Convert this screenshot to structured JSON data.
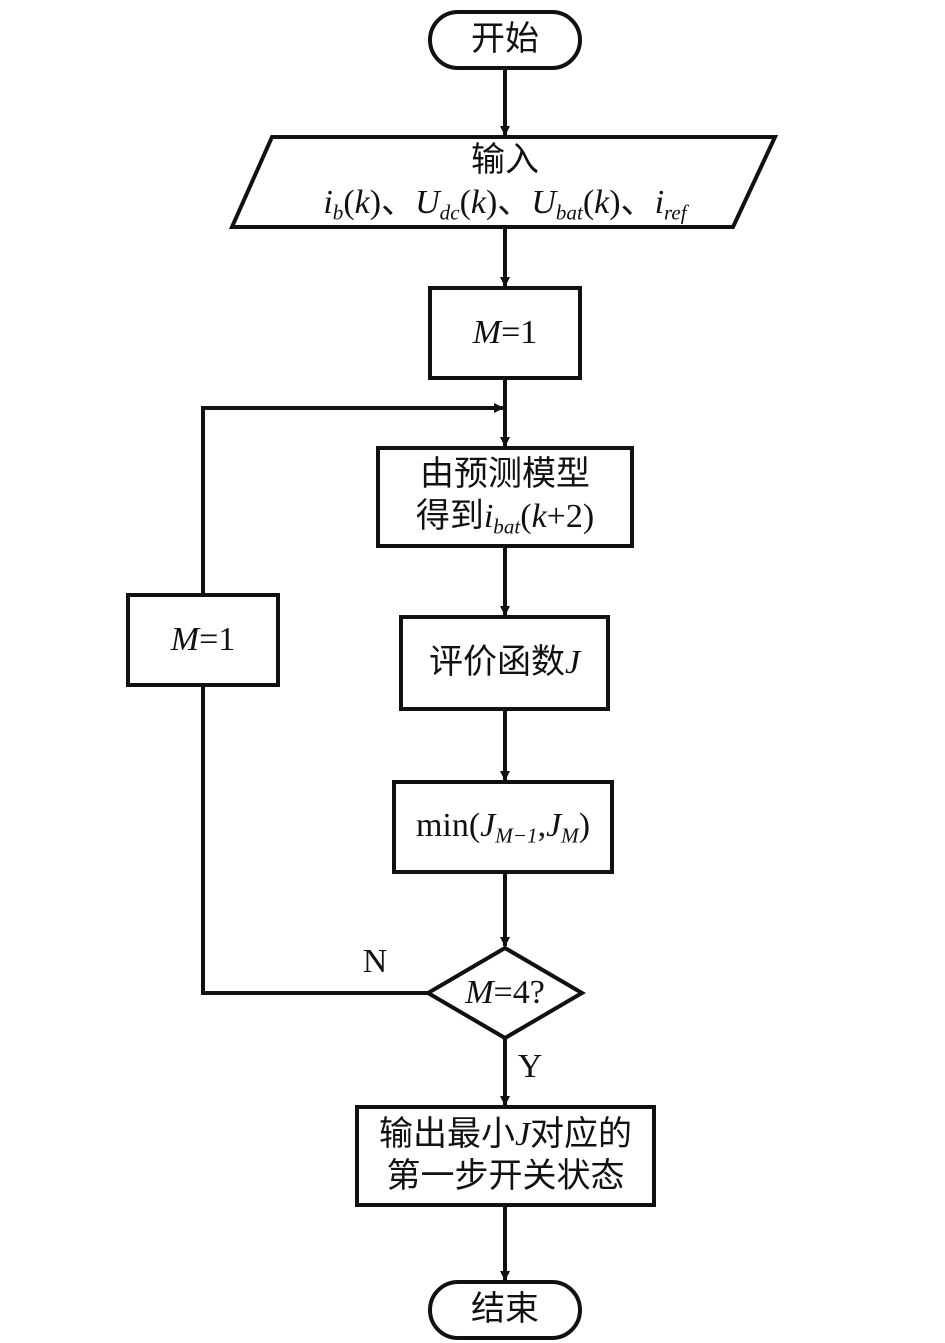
{
  "nodes": {
    "start": "开始",
    "input_title": "输入",
    "input_vars": [
      "i_b(k)",
      "U_dc(k)",
      "U_bat(k)",
      "i_ref"
    ],
    "init": "M=1",
    "predict_line1": "由预测模型",
    "predict_line2_prefix": "得到",
    "predict_var": "i_bat(k+2)",
    "cost": "评价函数",
    "cost_var": "J",
    "min": "min(J_{M-1},J_M)",
    "decision": "M=4?",
    "loop_update": "M=1",
    "output_line1": "输出最小J对应的",
    "output_line2": "第一步开关状态",
    "end": "结束"
  },
  "edges": {
    "no_label": "N",
    "yes_label": "Y"
  }
}
